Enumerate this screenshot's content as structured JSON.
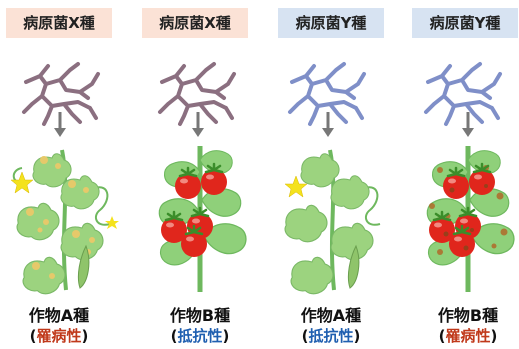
{
  "colors": {
    "pathogen_x_bg": "#fbe2d6",
    "pathogen_y_bg": "#d7e3f2",
    "susceptible_text": "#c0391b",
    "resistant_text": "#1f5fb0",
    "pathogen_x_color": "#8b6f80",
    "pathogen_y_color": "#7f8fc8",
    "leaf_green": "#8fd07a",
    "tomato_red": "#e0261c",
    "arrow_gray": "#777777"
  },
  "panels": [
    {
      "pathogen": "病原菌X種",
      "crop": "作物A種",
      "result_open": "(",
      "result": "罹病性",
      "result_close": ")",
      "result_type": "susceptible",
      "icons": [
        "pathogen-x-icon",
        "cucumber-plant-icon"
      ]
    },
    {
      "pathogen": "病原菌X種",
      "crop": "作物B種",
      "result_open": "(",
      "result": "抵抗性",
      "result_close": ")",
      "result_type": "resistant",
      "icons": [
        "pathogen-x-icon",
        "tomato-plant-icon"
      ]
    },
    {
      "pathogen": "病原菌Y種",
      "crop": "作物A種",
      "result_open": "(",
      "result": "抵抗性",
      "result_close": ")",
      "result_type": "resistant",
      "icons": [
        "pathogen-y-icon",
        "cucumber-plant-icon"
      ]
    },
    {
      "pathogen": "病原菌Y種",
      "crop": "作物B種",
      "result_open": "(",
      "result": "罹病性",
      "result_close": ")",
      "result_type": "susceptible",
      "icons": [
        "pathogen-y-icon",
        "tomato-plant-icon"
      ]
    }
  ]
}
